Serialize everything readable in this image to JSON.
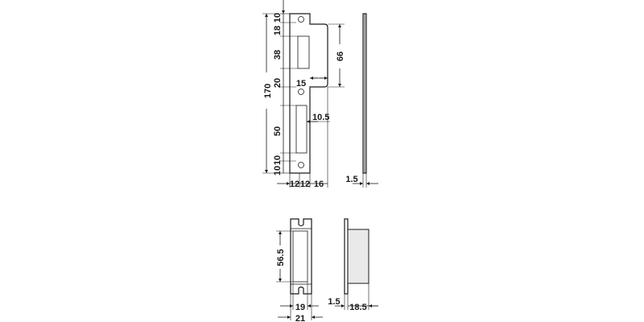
{
  "strike_plate": {
    "heights": [
      "10",
      "18",
      "38",
      "20",
      "50",
      "10",
      "10"
    ],
    "total_height": "170",
    "widths": [
      "12",
      "12",
      "16"
    ],
    "recess_height": "66",
    "recess_width": "15",
    "lower_slot_offset": "10.5"
  },
  "side_view": {
    "thickness": "1.5"
  },
  "box_front": {
    "height": "56.5",
    "inner_width": "19",
    "outer_width": "21"
  },
  "box_side": {
    "flange": "1.5",
    "depth": "18.5"
  }
}
